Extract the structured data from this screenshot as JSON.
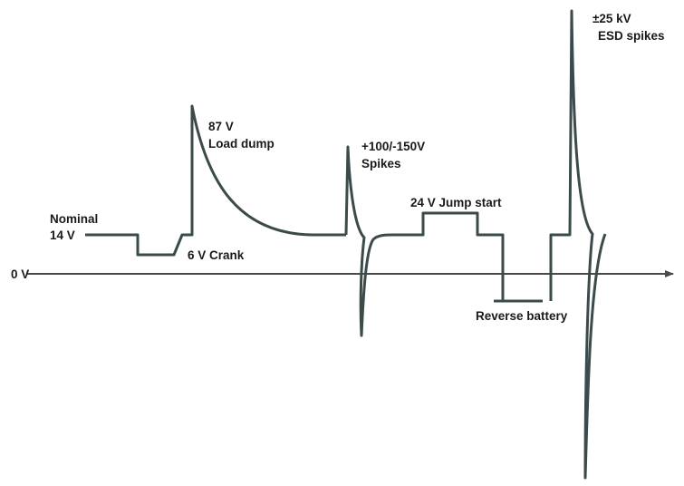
{
  "colors": {
    "trace": "#3b4a4a",
    "axis": "#4a4a4a",
    "text": "#1a1a1a"
  },
  "labels": {
    "zero_axis": "0 V",
    "nominal": [
      "Nominal",
      "14 V"
    ],
    "crank": "6 V Crank",
    "load_dump": [
      "87 V",
      "Load dump"
    ],
    "spikes": [
      "+100/-150V",
      "Spikes"
    ],
    "jump_start": "24 V Jump start",
    "reverse_battery": "Reverse battery",
    "esd": [
      "±25 kV",
      "ESD spikes"
    ]
  }
}
